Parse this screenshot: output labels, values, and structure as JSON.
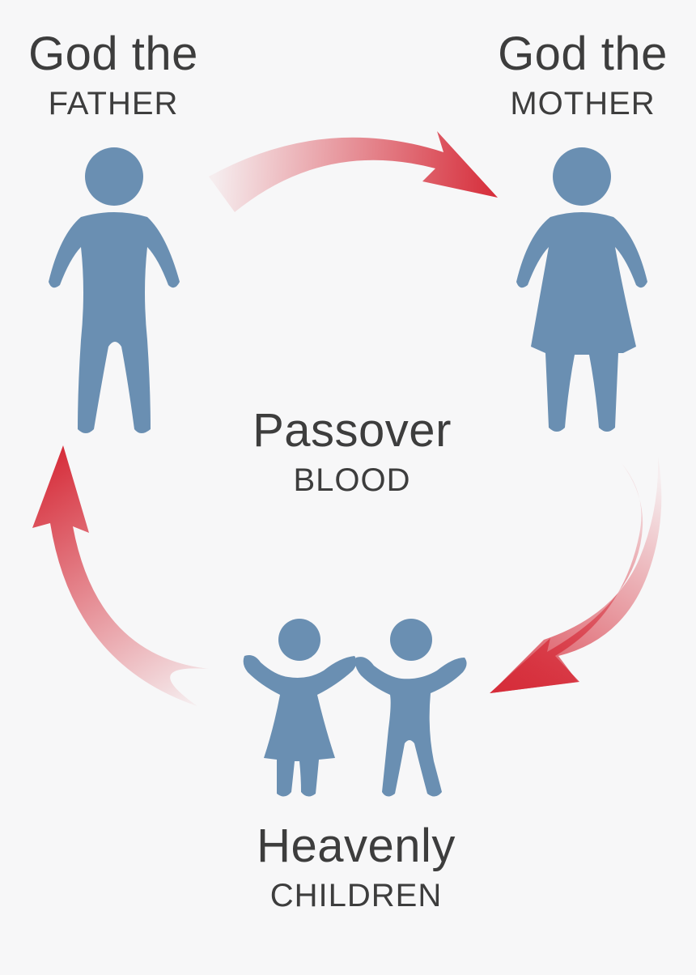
{
  "colors": {
    "background": "#f7f7f8",
    "figure": "#6a8fb2",
    "arrow": "#d62d3a",
    "text": "#3d3d3d"
  },
  "father": {
    "line1": "God the",
    "line2": "FATHER",
    "icon": "man-icon"
  },
  "mother": {
    "line1": "God the",
    "line2": "MOTHER",
    "icon": "woman-icon"
  },
  "center": {
    "line1": "Passover",
    "line2": "BLOOD"
  },
  "children": {
    "line1": "Heavenly",
    "line2": "CHILDREN",
    "icon": "children-icon"
  },
  "arrows": [
    "arrow-father-to-mother",
    "arrow-mother-to-children",
    "arrow-children-to-father"
  ]
}
